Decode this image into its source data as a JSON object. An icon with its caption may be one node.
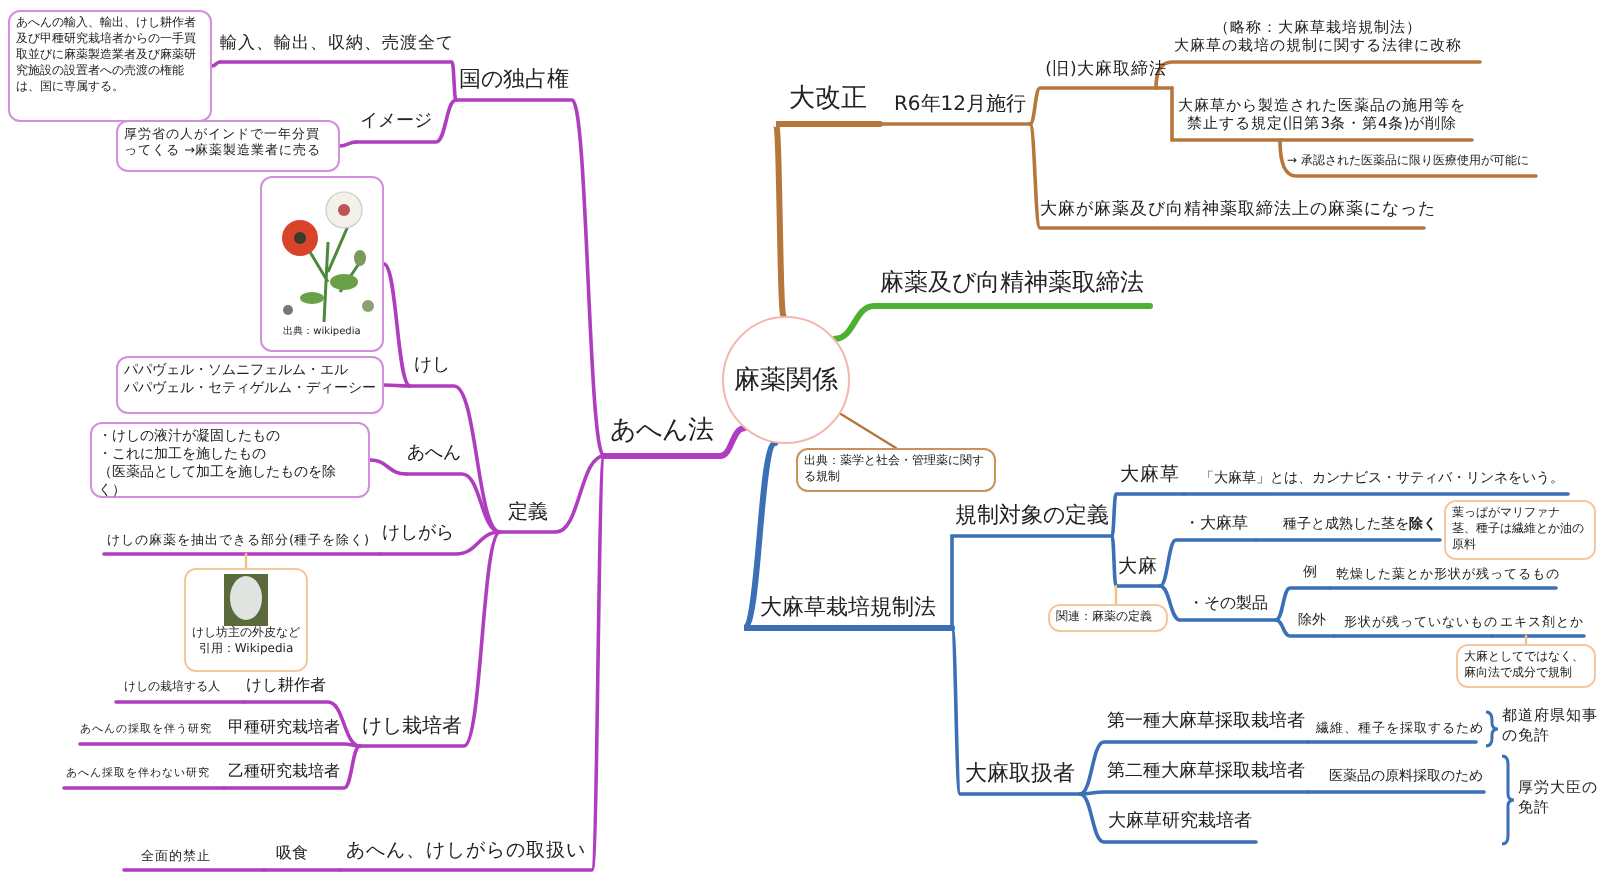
{
  "diagram": {
    "nodes": [
      {
        "text": [
          "麻薬関係"
        ]
      },
      {
        "text": [
          "大改正"
        ]
      },
      {
        "text": [
          "R6年12月施行"
        ]
      },
      {
        "text": [
          "(旧)大麻取締法"
        ]
      },
      {
        "text": [
          "（略称：大麻草栽培規制法）",
          "大麻草の栽培の規制に関する法律に改称"
        ]
      },
      {
        "text": [
          "大麻草から製造された医薬品の施用等を禁止する規定(旧第3条・第4条)が削除"
        ]
      },
      {
        "text": [
          "→ 承認された医薬品に限り医療使用が可能に"
        ]
      },
      {
        "text": [
          "大麻が麻薬及び向精神薬取締法上の麻薬になった"
        ]
      },
      {
        "text": [
          "麻薬及び向精神薬取締法"
        ]
      },
      {
        "text": [
          "出典：薬学と社会・管理薬に関する規制"
        ]
      },
      {
        "text": [
          "大麻草栽培規制法"
        ]
      },
      {
        "text": [
          "規制対象の定義"
        ]
      },
      {
        "text": [
          "大麻草"
        ]
      },
      {
        "text": [
          "「大麻草」とは、カンナビス・サティバ・リンネをいう。"
        ]
      },
      {
        "text": [
          "大麻"
        ]
      },
      {
        "text": [
          "・大麻草"
        ]
      },
      {
        "text": [
          "種子と成熟した茎を**除く**"
        ]
      },
      {
        "text": [
          "葉っぱがマリファナ",
          "茎、種子は繊維とか油の原料"
        ]
      },
      {
        "text": [
          "・その製品"
        ]
      },
      {
        "text": [
          "例"
        ]
      },
      {
        "text": [
          "乾燥した葉とか形状が残ってるもの"
        ]
      },
      {
        "text": [
          "除外"
        ]
      },
      {
        "text": [
          "形状が残っていないもの"
        ]
      },
      {
        "text": [
          "エキス剤とか"
        ]
      },
      {
        "text": [
          "大麻としてではなく、麻向法で成分で規制"
        ]
      },
      {
        "text": [
          "関連：麻薬の定義"
        ]
      },
      {
        "text": [
          "大麻取扱者"
        ]
      },
      {
        "text": [
          "第一種大麻草採取栽培者"
        ]
      },
      {
        "text": [
          "繊維、種子を採取するため"
        ]
      },
      {
        "text": [
          "第二種大麻草採取栽培者"
        ]
      },
      {
        "text": [
          "医薬品の原料採取のため"
        ]
      },
      {
        "text": [
          "大麻草研究栽培者"
        ]
      },
      {
        "text": [
          "あへん法"
        ]
      },
      {
        "text": [
          "国の独占権"
        ]
      },
      {
        "text": [
          "輸入、輸出、収納、売渡全て"
        ]
      },
      {
        "text": [
          "あへんの輸入、輸出、けし耕作者及び甲種研究栽培者からの一手買取並びに麻薬製造業者及び麻薬研究施設の設置者への売渡の権能は、国に専属する。"
        ]
      },
      {
        "text": [
          "イメージ"
        ]
      },
      {
        "text": [
          "厚労省の人がインドで一年分買ってくる →麻薬製造業者に売る"
        ]
      },
      {
        "text": [
          "定義"
        ]
      },
      {
        "text": [
          "けし"
        ]
      },
      {
        "text": [
          "出典：wikipedia"
        ]
      },
      {
        "text": [
          "パパヴェル・ソムニフェルム・エル",
          "パパヴェル・セティゲルム・ディーシー"
        ]
      },
      {
        "text": [
          "あへん"
        ]
      },
      {
        "text": [
          "・けしの液汁が凝固したもの",
          "・これに加工を施したもの",
          "（医薬品として加工を施したものを除く）"
        ]
      },
      {
        "text": [
          "けしがら"
        ]
      },
      {
        "text": [
          "けしの麻薬を抽出できる部分(種子を除く)"
        ]
      },
      {
        "text": [
          "けし坊主の外皮など",
          "引用：Wikipedia"
        ]
      },
      {
        "text": [
          "けし栽培者"
        ]
      },
      {
        "text": [
          "けし耕作者"
        ]
      },
      {
        "text": [
          "けしの栽培する人"
        ]
      },
      {
        "text": [
          "甲種研究栽培者"
        ]
      },
      {
        "text": [
          "あへんの採取を伴う研究"
        ]
      },
      {
        "text": [
          "乙種研究栽培者"
        ]
      },
      {
        "text": [
          "あへん採取を伴わない研究"
        ]
      },
      {
        "text": [
          "あへん、けしがらの取扱い"
        ]
      },
      {
        "text": [
          "吸食"
        ]
      },
      {
        "text": [
          "全面的禁止"
        ]
      }
    ],
    "edges": [
      {
        "from": 0,
        "to": 1,
        "arrow": "none",
        "color": "#b5773c"
      },
      {
        "from": 1,
        "to": 2,
        "arrow": "none",
        "color": "#b5773c"
      },
      {
        "from": 2,
        "to": 3,
        "arrow": "none",
        "color": "#b5773c"
      },
      {
        "from": 3,
        "to": 4,
        "arrow": "none",
        "color": "#b5773c"
      },
      {
        "from": 3,
        "to": 5,
        "arrow": "none",
        "color": "#b5773c"
      },
      {
        "from": 5,
        "to": 6,
        "arrow": "none",
        "color": "#b5773c"
      },
      {
        "from": 2,
        "to": 7,
        "arrow": "none",
        "color": "#b5773c"
      },
      {
        "from": 0,
        "to": 8,
        "arrow": "none",
        "color": "#4cb030"
      },
      {
        "from": 0,
        "to": 9,
        "arrow": "none",
        "color": "#b5773c"
      },
      {
        "from": 0,
        "to": 10,
        "arrow": "none",
        "color": "#3b6fb6"
      },
      {
        "from": 10,
        "to": 11,
        "arrow": "none",
        "color": "#3b6fb6"
      },
      {
        "from": 11,
        "to": 12,
        "arrow": "none",
        "color": "#3b6fb6"
      },
      {
        "from": 12,
        "to": 13,
        "arrow": "none",
        "color": "#3b6fb6"
      },
      {
        "from": 11,
        "to": 14,
        "arrow": "none",
        "color": "#3b6fb6"
      },
      {
        "from": 14,
        "to": 15,
        "arrow": "none",
        "color": "#3b6fb6"
      },
      {
        "from": 15,
        "to": 16,
        "arrow": "none",
        "color": "#3b6fb6"
      },
      {
        "from": 14,
        "to": 18,
        "arrow": "none",
        "color": "#3b6fb6"
      },
      {
        "from": 18,
        "to": 19,
        "arrow": "none",
        "color": "#3b6fb6"
      },
      {
        "from": 19,
        "to": 20,
        "arrow": "none",
        "color": "#3b6fb6"
      },
      {
        "from": 18,
        "to": 21,
        "arrow": "none",
        "color": "#3b6fb6"
      },
      {
        "from": 21,
        "to": 22,
        "arrow": "none",
        "color": "#3b6fb6"
      },
      {
        "from": 22,
        "to": 23,
        "arrow": "none",
        "color": "#3b6fb6"
      },
      {
        "from": 23,
        "to": 24,
        "arrow": "none",
        "color": "#f5c08a"
      },
      {
        "from": 14,
        "to": 25,
        "arrow": "none",
        "color": "#f5c08a"
      },
      {
        "from": 10,
        "to": 26,
        "arrow": "none",
        "color": "#3b6fb6"
      },
      {
        "from": 26,
        "to": 27,
        "arrow": "none",
        "color": "#3b6fb6"
      },
      {
        "from": 27,
        "to": 28,
        "arrow": "none",
        "color": "#3b6fb6"
      },
      {
        "from": 26,
        "to": 29,
        "arrow": "none",
        "color": "#3b6fb6"
      },
      {
        "from": 29,
        "to": 30,
        "arrow": "none",
        "color": "#3b6fb6"
      },
      {
        "from": 26,
        "to": 31,
        "arrow": "none",
        "color": "#3b6fb6"
      },
      {
        "from": 0,
        "to": 32,
        "arrow": "none"
      },
      {
        "from": 32,
        "to": 33,
        "arrow": "none"
      },
      {
        "from": 33,
        "to": 34,
        "arrow": "none"
      },
      {
        "from": 34,
        "to": 35,
        "arrow": "none"
      },
      {
        "from": 33,
        "to": 36,
        "arrow": "none"
      },
      {
        "from": 36,
        "to": 37,
        "arrow": "none"
      },
      {
        "from": 32,
        "to": 38,
        "arrow": "none"
      },
      {
        "from": 38,
        "to": 39,
        "arrow": "none"
      },
      {
        "from": 39,
        "to": 40,
        "arrow": "none"
      },
      {
        "from": 39,
        "to": 41,
        "arrow": "none"
      },
      {
        "from": 38,
        "to": 42,
        "arrow": "none"
      },
      {
        "from": 42,
        "to": 43,
        "arrow": "none"
      },
      {
        "from": 38,
        "to": 44,
        "arrow": "none"
      },
      {
        "from": 44,
        "to": 45,
        "arrow": "none"
      },
      {
        "from": 45,
        "to": 46,
        "arrow": "none",
        "color": "#f5c08a"
      },
      {
        "from": 38,
        "to": 47,
        "arrow": "none"
      },
      {
        "from": 47,
        "to": 48,
        "arrow": "none"
      },
      {
        "from": 48,
        "to": 49,
        "arrow": "none"
      },
      {
        "from": 47,
        "to": 50,
        "arrow": "none"
      },
      {
        "from": 50,
        "to": 51,
        "arrow": "none"
      },
      {
        "from": 47,
        "to": 52,
        "arrow": "none"
      },
      {
        "from": 52,
        "to": 53,
        "arrow": "none"
      },
      {
        "from": 32,
        "to": 54,
        "arrow": "none"
      },
      {
        "from": 54,
        "to": 55,
        "arrow": "none"
      },
      {
        "from": 55,
        "to": 56,
        "arrow": "none"
      }
    ],
    "labels": [
      "都道府県知事の免許",
      "厚労大臣の免許"
    ]
  }
}
